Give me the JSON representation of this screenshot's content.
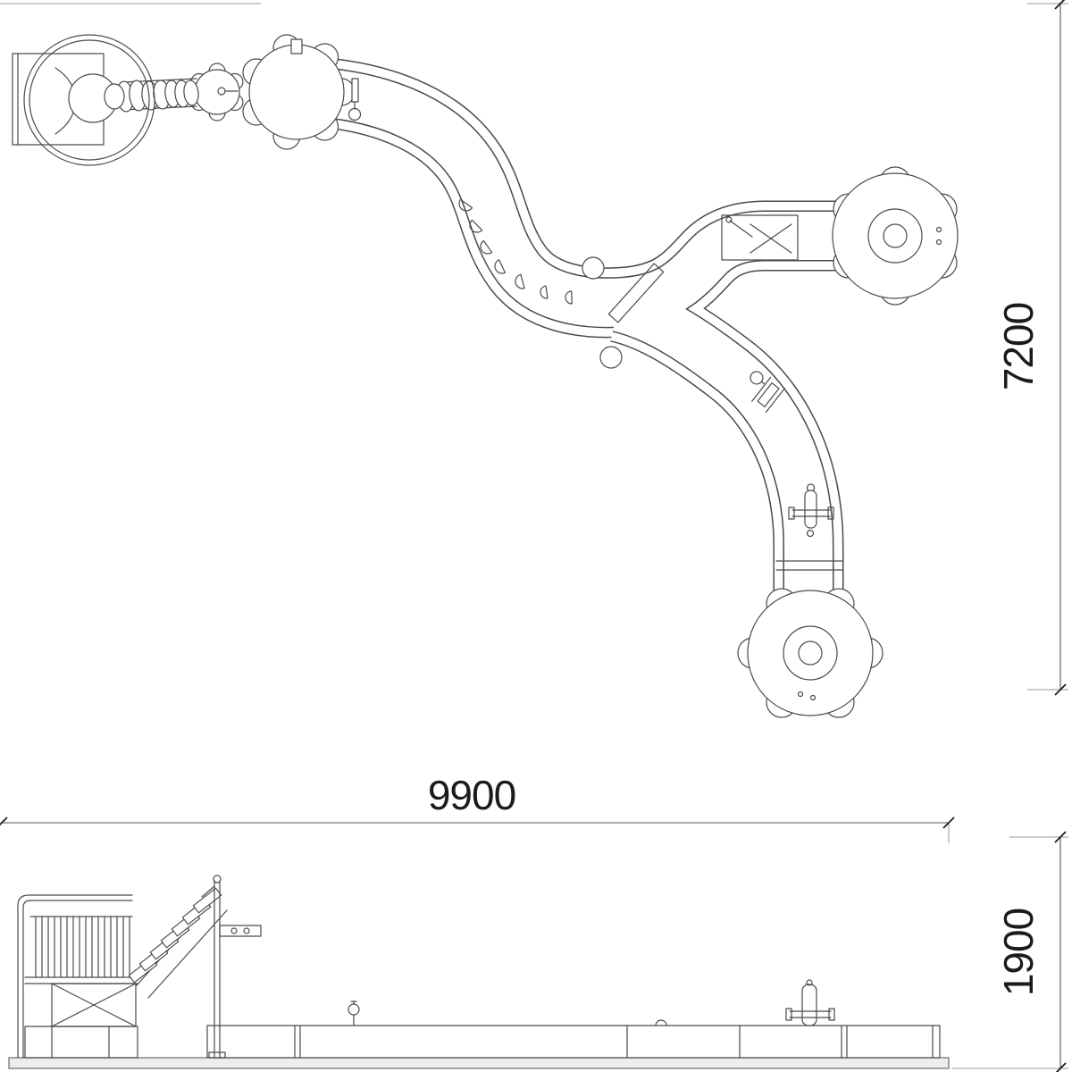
{
  "drawing": {
    "description": "Technical drawing of a playground slide structure: plan view (top) and side elevation (bottom)",
    "colors": {
      "background": "#ffffff",
      "line": "#4a4a4a",
      "dimension_text": "#1b1b1b",
      "base_fill": "#ededed"
    },
    "plan_view": {
      "height_dimension": "7200"
    },
    "elevation_view": {
      "width_dimension": "9900",
      "height_dimension": "1900"
    }
  }
}
